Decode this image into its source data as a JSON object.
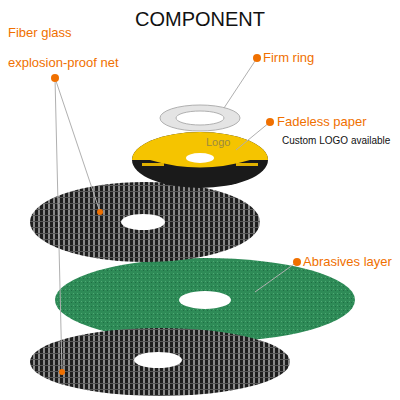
{
  "diagram": {
    "title": "COMPONENT",
    "labels": [
      "Fiber glass explosion-proof net",
      "Firm ring",
      "Fadeless paper",
      "Custom LOGO available",
      "Abrasives layer",
      "Logo"
    ]
  }
}
